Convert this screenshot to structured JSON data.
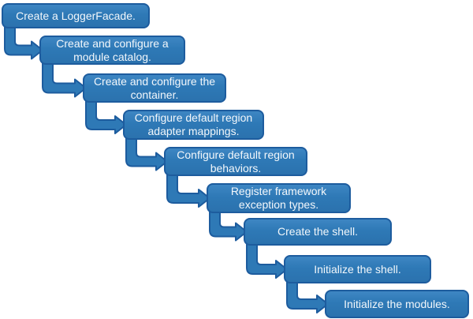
{
  "diagram": {
    "name": "setup-sequence-step-diagram",
    "colors": {
      "background": "#ffffff",
      "box_fill": "#2e79b6",
      "box_fill_light": "#3e86c3",
      "box_fill_dark": "#2b72ae",
      "box_border": "#1d5c9e",
      "text": "#f2f7fb"
    },
    "steps": [
      {
        "label": "Create a LoggerFacade.",
        "lines": [
          "Create a LoggerFacade."
        ]
      },
      {
        "label": "Create and configure a module catalog.",
        "lines": [
          "Create and configure a",
          "module catalog."
        ]
      },
      {
        "label": "Create and configure the container.",
        "lines": [
          "Create and configure the",
          "container."
        ]
      },
      {
        "label": "Configure default region adapter mappings.",
        "lines": [
          "Configure default region",
          "adapter mappings."
        ]
      },
      {
        "label": "Configure default region behaviors.",
        "lines": [
          "Configure default region",
          "behaviors."
        ]
      },
      {
        "label": "Register framework exception types.",
        "lines": [
          "Register framework",
          "exception types."
        ]
      },
      {
        "label": "Create the shell.",
        "lines": [
          "Create the shell."
        ]
      },
      {
        "label": "Initialize the shell.",
        "lines": [
          "Initialize the shell."
        ]
      },
      {
        "label": "Initialize the modules.",
        "lines": [
          "Initialize the modules."
        ]
      }
    ]
  }
}
